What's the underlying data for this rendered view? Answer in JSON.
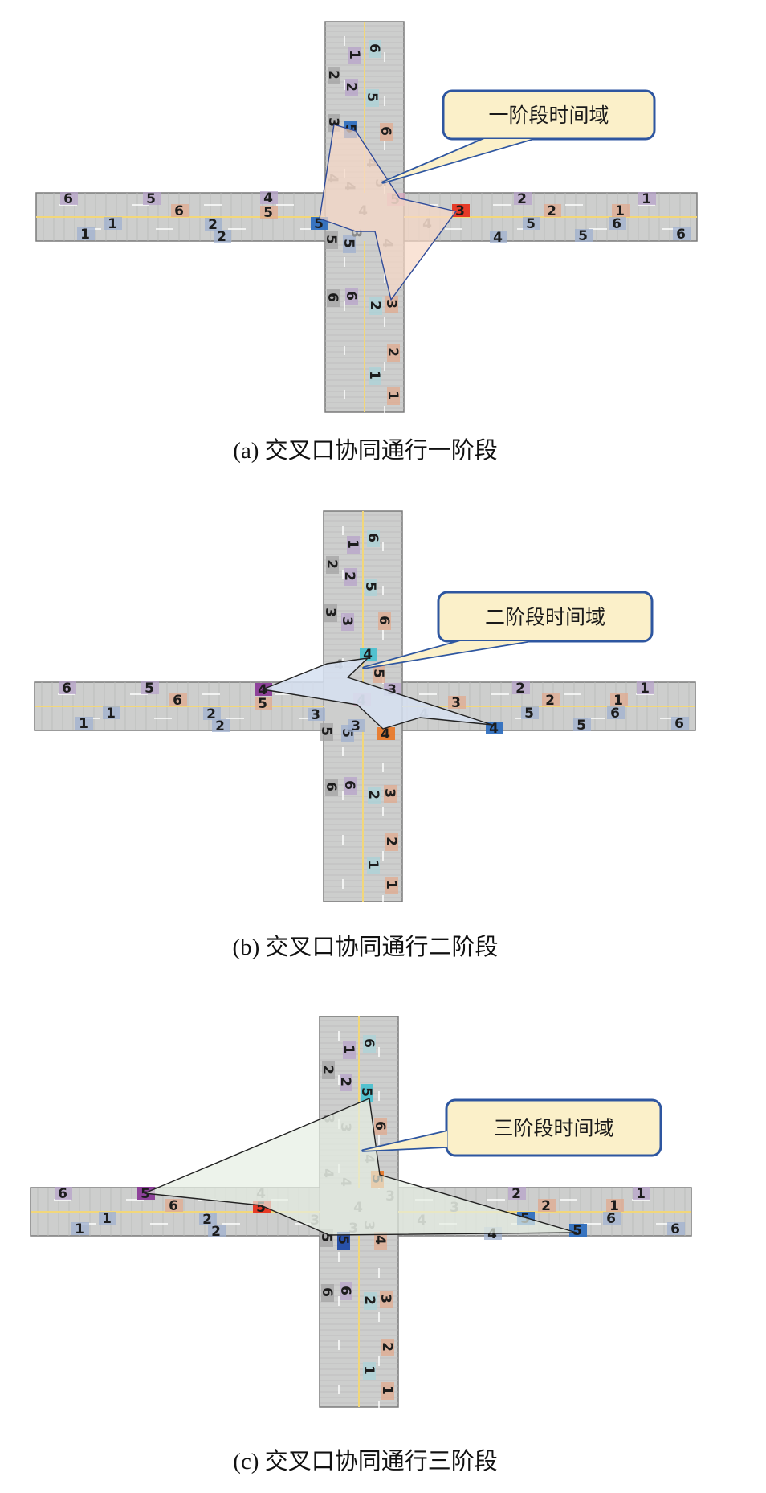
{
  "colors": {
    "road": "#cdcecd",
    "road_edge": "#7a7a7a",
    "center_line": "#f2d77a",
    "callout_fill": "#fbf0c9",
    "callout_border": "#2e56a0"
  },
  "panels": [
    {
      "caption": "(a)  交叉口协同通行一阶段",
      "callout": "一阶段时间域",
      "shared_vehicles": [
        "6",
        "5",
        "6",
        "1",
        "1",
        "2",
        "2",
        "2",
        "2",
        "1",
        "1",
        "5",
        "6",
        "5",
        "6",
        "6",
        "1",
        "2",
        "2",
        "5",
        "6",
        "6",
        "6",
        "2",
        "3",
        "2",
        "1",
        "1"
      ],
      "extra_vehicles": [
        "3",
        "5",
        "4",
        "5",
        "3",
        "5",
        "5",
        "5",
        "4",
        "4",
        "4",
        "4",
        "5",
        "5",
        "4",
        "4",
        "3",
        "4"
      ]
    },
    {
      "caption": "(b)  交叉口协同通行二阶段",
      "callout": "二阶段时间域",
      "shared_vehicles": [
        "6",
        "5",
        "6",
        "1",
        "1",
        "2",
        "2",
        "2",
        "2",
        "1",
        "1",
        "5",
        "6",
        "5",
        "6",
        "6",
        "1",
        "2",
        "2",
        "5",
        "6",
        "6",
        "6",
        "2",
        "3",
        "2",
        "1",
        "1"
      ],
      "extra_vehicles": [
        "3",
        "3",
        "4",
        "5",
        "3",
        "3",
        "4",
        "5",
        "3",
        "5",
        "5",
        "3",
        "4",
        "4",
        "4",
        "4",
        "4"
      ]
    },
    {
      "caption": "(c)  交叉口协同通行三阶段",
      "callout": "三阶段时间域",
      "shared_vehicles": [
        "6",
        "5",
        "6",
        "1",
        "1",
        "2",
        "2",
        "2",
        "2",
        "1",
        "1",
        "5",
        "6",
        "5",
        "6",
        "6",
        "1",
        "2",
        "2",
        "5",
        "6",
        "6",
        "6",
        "2",
        "3",
        "2",
        "1",
        "1"
      ],
      "extra_vehicles": [
        "3",
        "3",
        "4",
        "4",
        "4",
        "5",
        "3",
        "4",
        "3",
        "4",
        "4",
        "5",
        "3",
        "3",
        "3",
        "5",
        "5",
        "4",
        "4"
      ]
    }
  ]
}
